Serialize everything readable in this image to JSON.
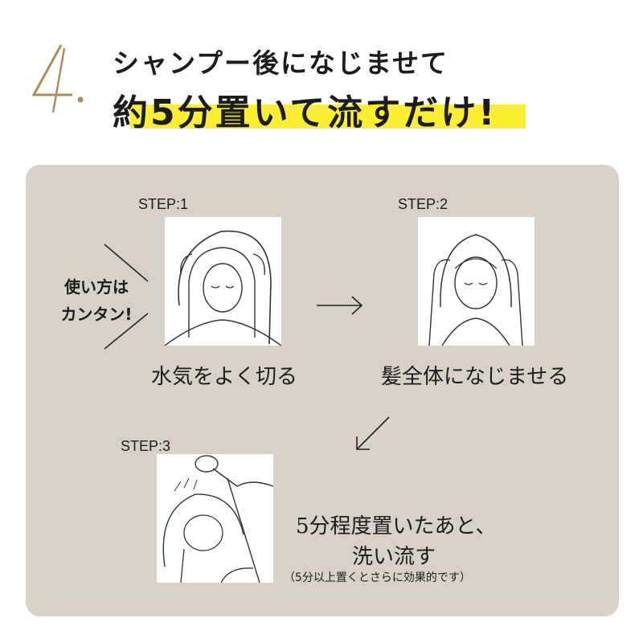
{
  "header": {
    "step_number": "4.",
    "line1": "シャンプー後になじませて",
    "line2": "約5分置いて流すだけ!",
    "accent_color": "#b08c58",
    "highlight_color": "#fcef33"
  },
  "panel": {
    "background": "#d8d1c8"
  },
  "usage_callout": {
    "line1": "使い方は",
    "line2": "カンタン!"
  },
  "steps": [
    {
      "label": "STEP:1",
      "caption": "水気をよく切る",
      "illustration": "towel-dry-illustration"
    },
    {
      "label": "STEP:2",
      "caption": "髪全体になじませる",
      "illustration": "apply-hair-illustration"
    },
    {
      "label": "STEP:3",
      "caption_line1": "5分程度置いたあと、",
      "caption_line2": "洗い流す",
      "note": "（5分以上置くとさらに効果的です）",
      "illustration": "rinse-shower-illustration"
    }
  ],
  "arrows": [
    "right-arrow-icon",
    "down-left-arrow-icon"
  ]
}
